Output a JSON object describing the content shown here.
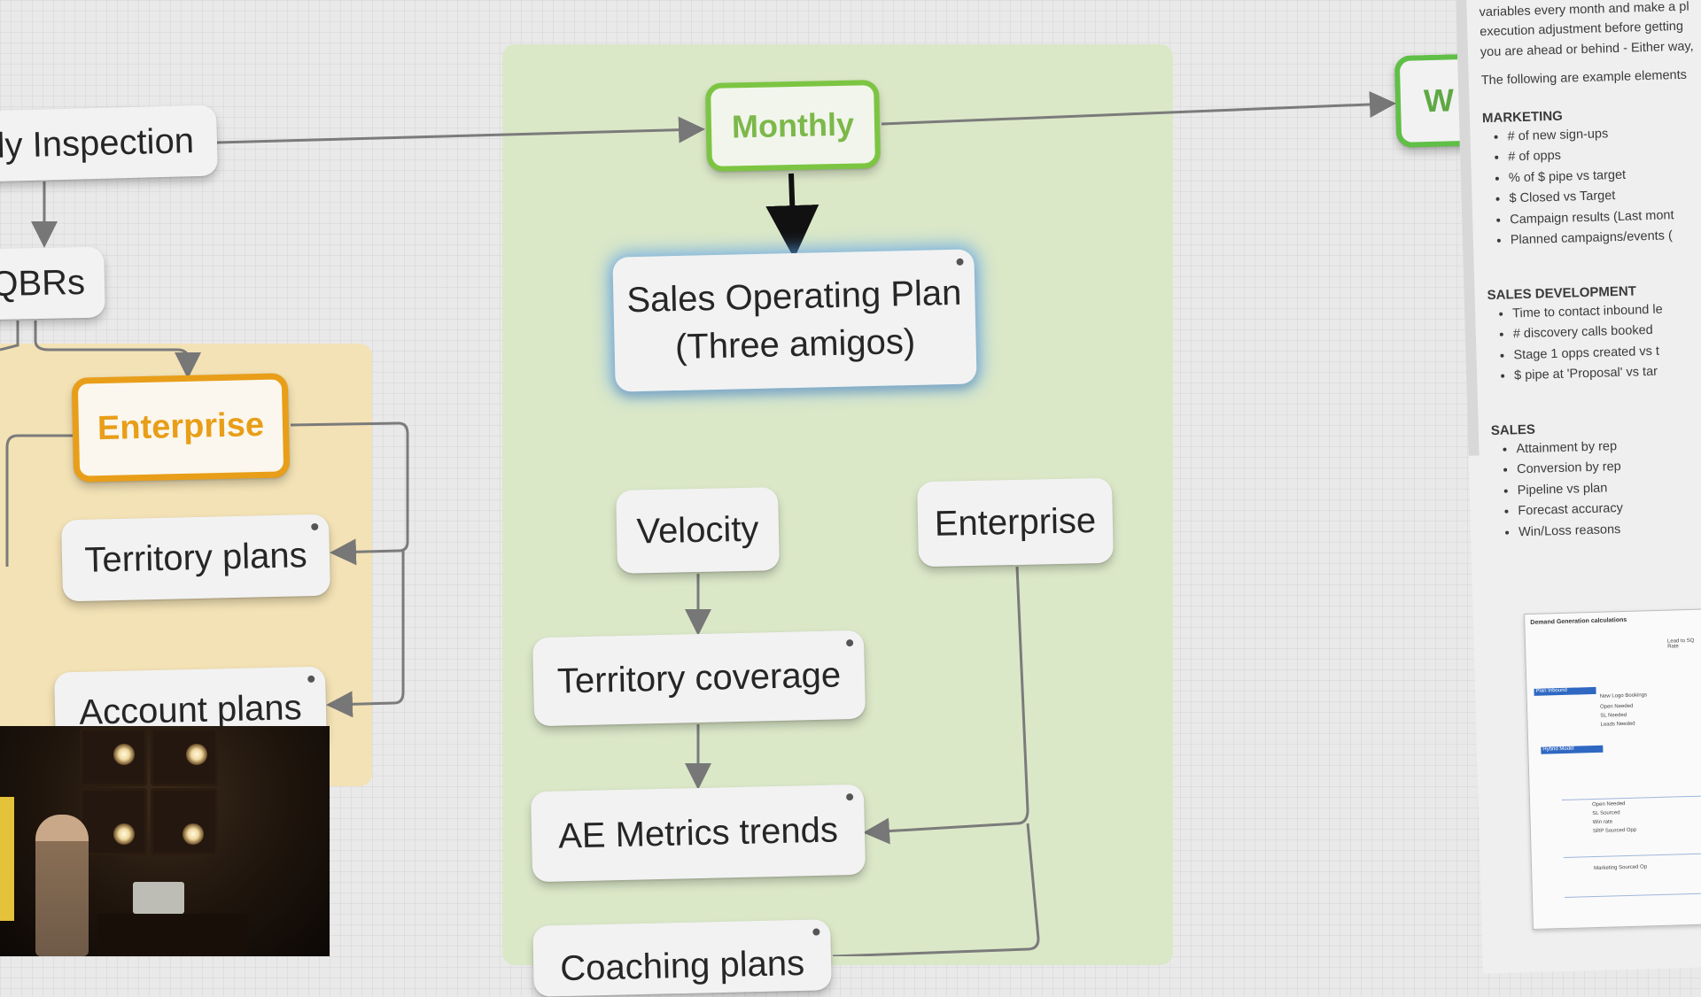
{
  "nodes": {
    "inspection": "rly Inspection",
    "qbrs": "QBRs",
    "enterprise_left": "Enterprise",
    "territory_plans": "Territory plans",
    "account_plans": "Account plans",
    "monthly": "Monthly",
    "sales_operating_plan_line1": "Sales Operating Plan",
    "sales_operating_plan_line2": "(Three amigos)",
    "velocity": "Velocity",
    "enterprise_right": "Enterprise",
    "territory_coverage": "Territory coverage",
    "ae_metrics_trends": "AE Metrics trends",
    "coaching_plans": "Coaching plans",
    "weekly_partial": "W"
  },
  "sidebar": {
    "intro_lines": [
      "variables every month and make a pl",
      "execution adjustment before getting",
      "you are ahead or behind - Either way,"
    ],
    "intro2": "The following are example elements",
    "sections": [
      {
        "title": "MARKETING",
        "items": [
          "# of  new sign-ups",
          "# of  opps",
          "% of $ pipe vs target",
          "$ Closed vs Target",
          "Campaign results (Last mont",
          "Planned campaigns/events ("
        ]
      },
      {
        "title": "SALES DEVELOPMENT",
        "items": [
          "Time to contact inbound le",
          "# discovery calls booked",
          "Stage 1 opps created vs t",
          "$  pipe at 'Proposal' vs tar"
        ]
      },
      {
        "title": "SALES",
        "items": [
          "Attainment by rep",
          "Conversion by rep",
          "Pipeline vs plan",
          "Forecast accuracy",
          "Win/Loss reasons"
        ]
      }
    ],
    "thumbnail": {
      "title": "Demand Generation calculations",
      "labels": [
        "Lead to SQ Rate",
        "New Logo Bookings",
        "Open Needed",
        "SL Needed",
        "Leads Needed",
        "Plan Inbound",
        "Hybrid Model",
        "Open Needed",
        "SL Sourced",
        "Win rate",
        "SRP Sourced Opp",
        "Marketing Sourced Op"
      ]
    }
  },
  "colors": {
    "monthly_group_bg": "#dbe8c8",
    "enterprise_group_bg": "#f3e2b5",
    "monthly_border": "#7cc542",
    "enterprise_accent": "#e89e18",
    "sop_glow": "#5aa0eb",
    "canvas_bg": "#e9e9e9"
  }
}
